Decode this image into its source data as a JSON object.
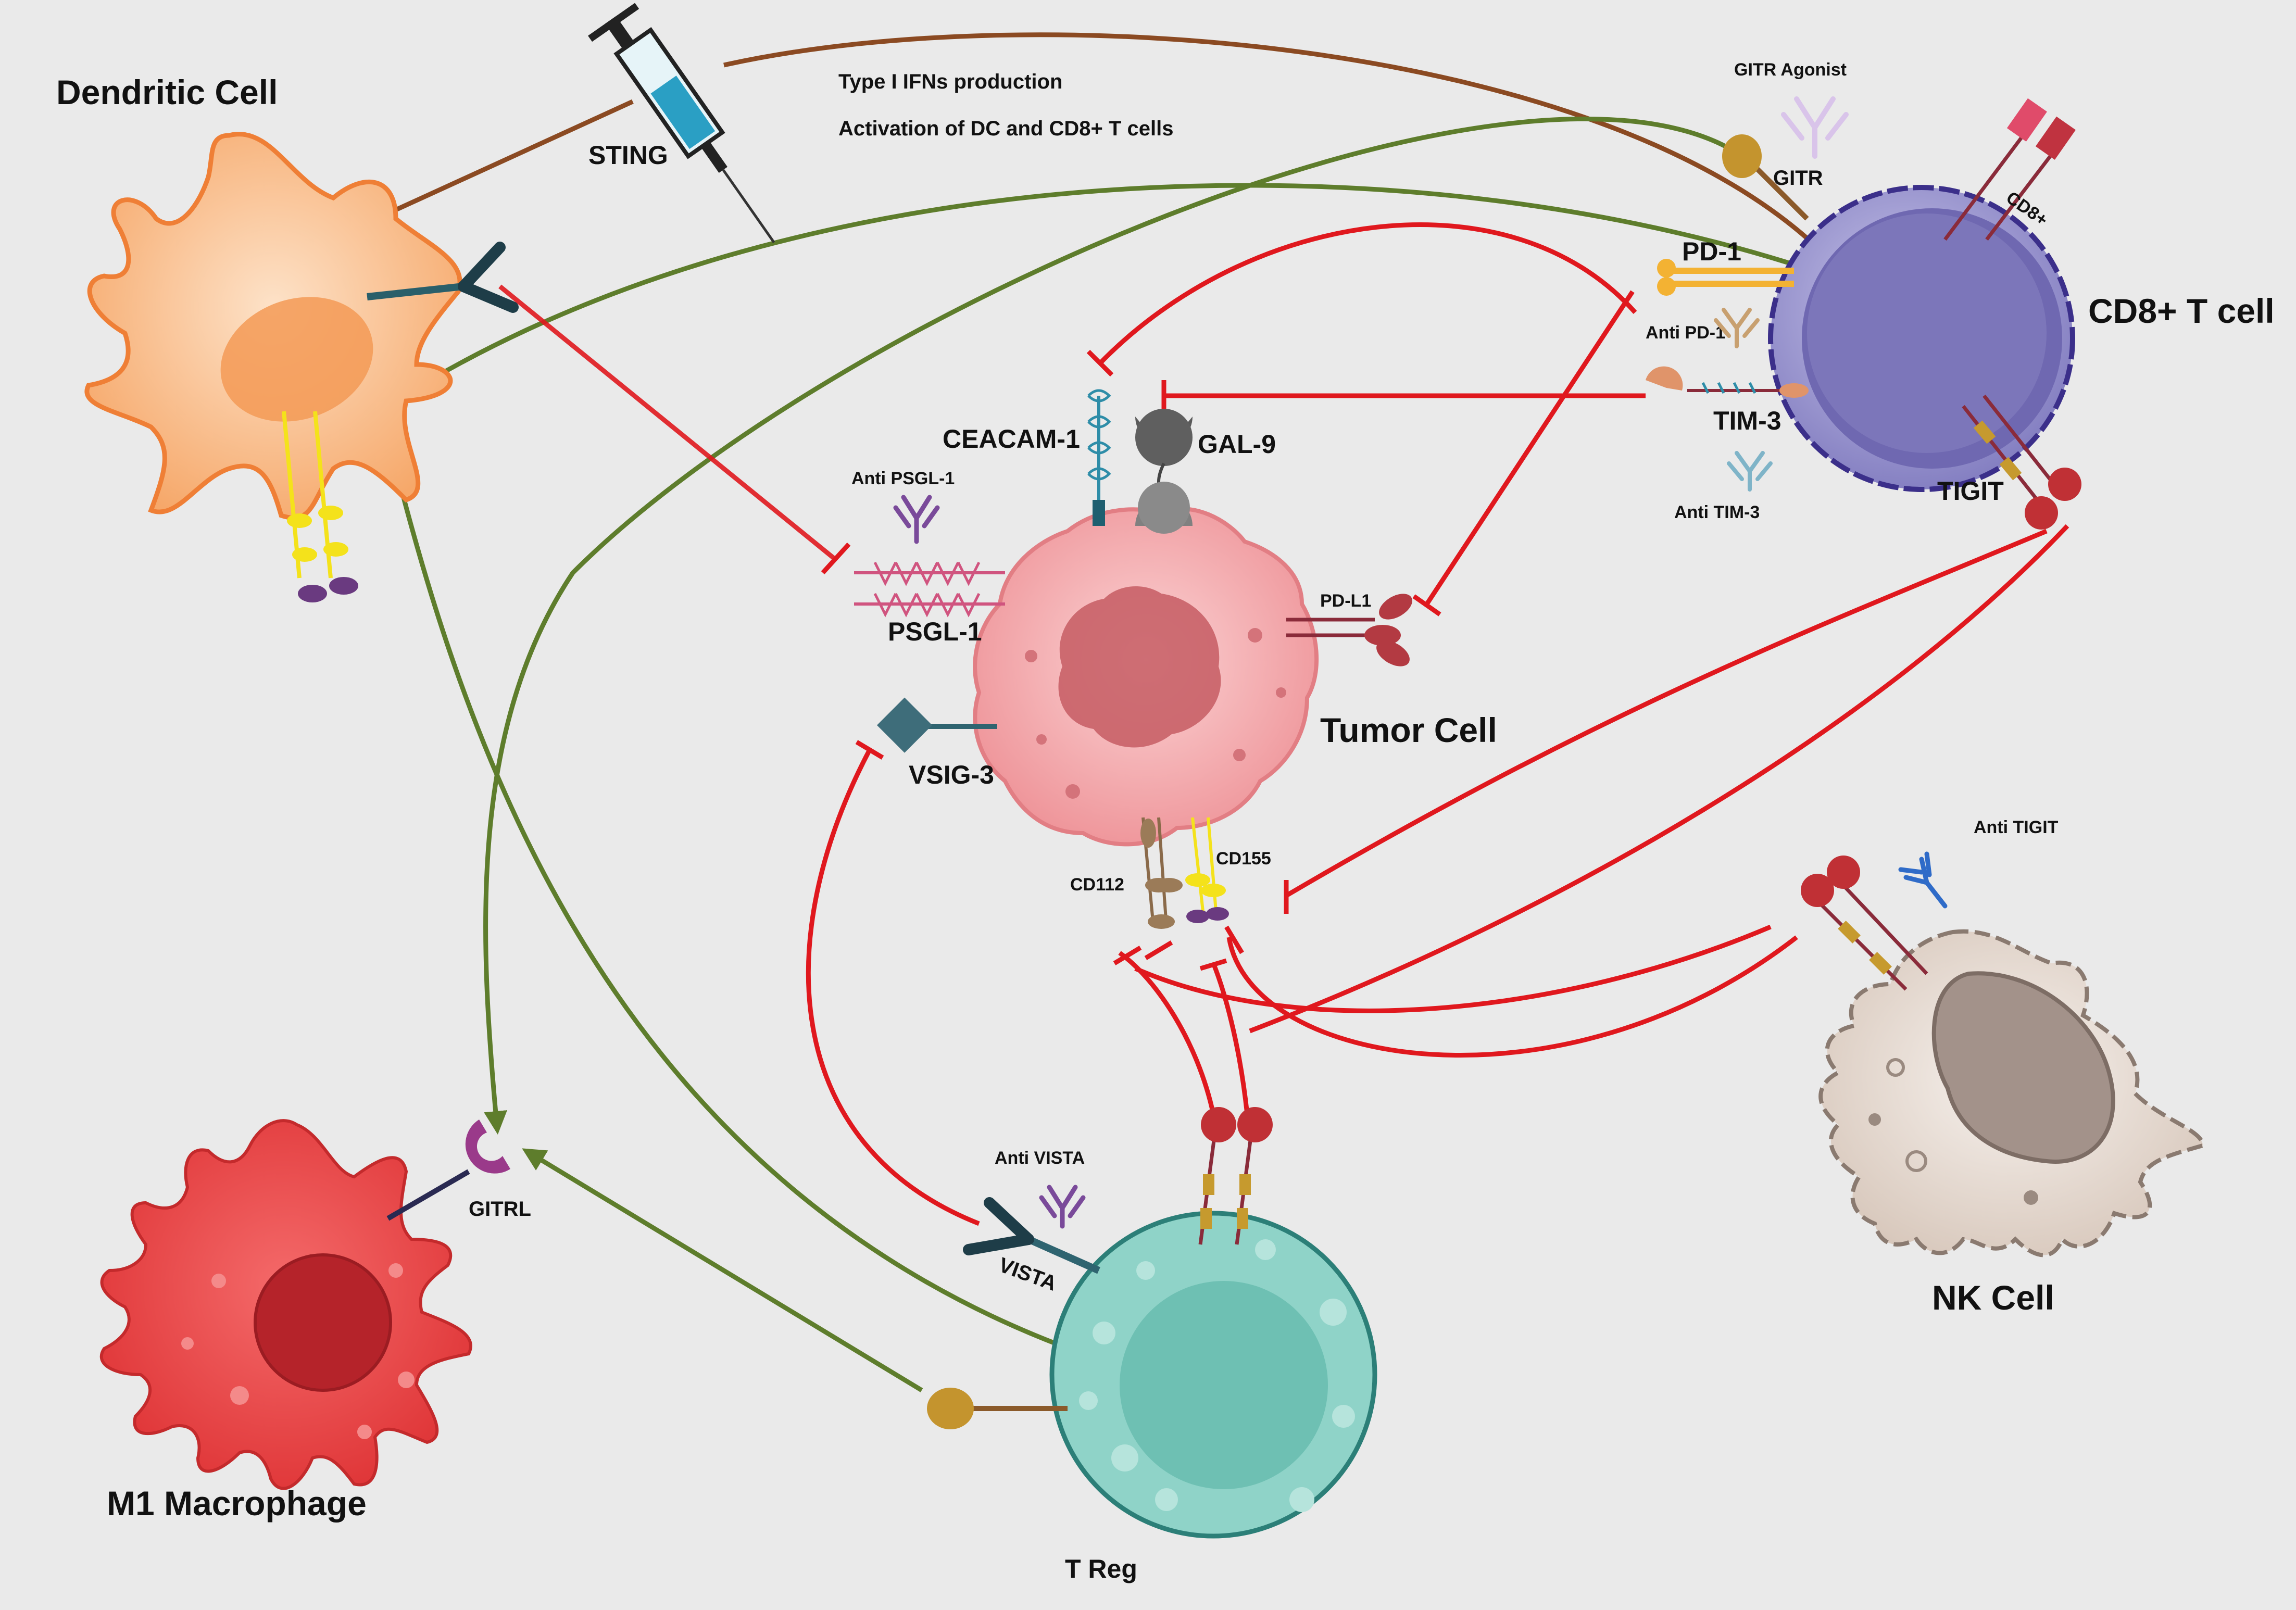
{
  "cells": {
    "dendritic": {
      "label": "Dendritic Cell"
    },
    "tumor": {
      "label": "Tumor Cell"
    },
    "cd8": {
      "label": "CD8+ T cell"
    },
    "treg": {
      "label": "T Reg"
    },
    "nk": {
      "label": "NK Cell"
    },
    "macrophage": {
      "label": "M1 Macrophage"
    }
  },
  "sting": {
    "label": "STING",
    "effects": [
      "Type I IFNs production",
      "Activation of DC and CD8+ T cells"
    ]
  },
  "receptors": {
    "gitr_agonist": "GITR Agonist",
    "gitr": "GITR",
    "cd8_marker": "CD8+",
    "pd1": "PD-1",
    "anti_pd1": "Anti PD-1",
    "tim3": "TIM-3",
    "anti_tim3": "Anti TIM-3",
    "tigit": "TIGIT",
    "ceacam1": "CEACAM-1",
    "gal9": "GAL-9",
    "anti_psgl1": "Anti PSGL-1",
    "psgl1": "PSGL-1",
    "pdl1": "PD-L1",
    "vsig3": "VSIG-3",
    "cd112": "CD112",
    "cd155": "CD155",
    "anti_tigit": "Anti TIGIT",
    "anti_vista": "Anti VISTA",
    "vista": "VISTA",
    "gitrl": "GITRL"
  },
  "colors": {
    "background": "#eaeaea",
    "inhibition": "#e0181e",
    "activation": "#5e7d2c",
    "sting_arrow": "#8b4a22",
    "dendritic": "#f8b27a",
    "tumor": "#f2a4a8",
    "cd8": "#8d87c4",
    "treg": "#8fd3c8",
    "nk": "#e8ddd6",
    "macrophage": "#e23d3f"
  }
}
